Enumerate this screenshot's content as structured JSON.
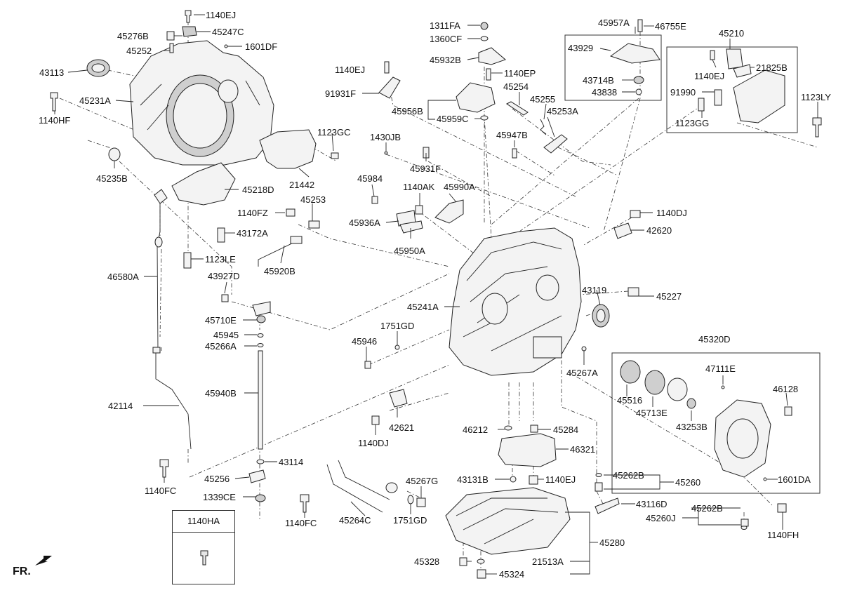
{
  "legend": {
    "code": "1140HA"
  },
  "orientation_label": "FR.",
  "labels": {
    "p1140EJ_a": "1140EJ",
    "p45276B": "45276B",
    "p45247C": "45247C",
    "p45252": "45252",
    "p1601DF": "1601DF",
    "p43113": "43113",
    "p45231A": "45231A",
    "p1140HF": "1140HF",
    "p45235B": "45235B",
    "p1123GC": "1123GC",
    "p21442": "21442",
    "p45218D": "45218D",
    "p1140FZ": "1140FZ",
    "p45253": "45253",
    "p43172A": "43172A",
    "p1123LE": "1123LE",
    "p46580A": "46580A",
    "p45920B": "45920B",
    "p43927D": "43927D",
    "p45710E": "45710E",
    "p45945": "45945",
    "p45266A": "45266A",
    "p45940B": "45940B",
    "p42114": "42114",
    "p1140FC_a": "1140FC",
    "p43114": "43114",
    "p45256": "45256",
    "p1339CE": "1339CE",
    "p1140FC_b": "1140FC",
    "p45264C": "45264C",
    "p1311FA": "1311FA",
    "p1360CF": "1360CF",
    "p45932B": "45932B",
    "p1140EJ_b": "1140EJ",
    "p1140EP": "1140EP",
    "p91931F": "91931F",
    "p45956B": "45956B",
    "p45959C": "45959C",
    "p45254": "45254",
    "p45255": "45255",
    "p45253A": "45253A",
    "p45947B": "45947B",
    "p1430JB": "1430JB",
    "p45931F": "45931F",
    "p45984": "45984",
    "p1140AK": "1140AK",
    "p45990A": "45990A",
    "p45936A": "45936A",
    "p45950A": "45950A",
    "p45957A": "45957A",
    "p46755E": "46755E",
    "p43929": "43929",
    "p43714B": "43714B",
    "p43838": "43838",
    "p45210": "45210",
    "p1140EJ_c": "1140EJ",
    "p21825B": "21825B",
    "p91990": "91990",
    "p1123GG": "1123GG",
    "p1123LY": "1123LY",
    "p1140DJ_a": "1140DJ",
    "p42620": "42620",
    "p43119": "43119",
    "p45227": "45227",
    "p45241A": "45241A",
    "p1751GD_a": "1751GD",
    "p45946": "45946",
    "p45267A": "45267A",
    "p42621": "42621",
    "p1140DJ_b": "1140DJ",
    "p46212": "46212",
    "p45284": "45284",
    "p46321": "46321",
    "p43131B": "43131B",
    "p1140EJ_d": "1140EJ",
    "p45267G": "45267G",
    "p1751GD_b": "1751GD",
    "p45320D": "45320D",
    "p47111E": "47111E",
    "p45516": "45516",
    "p45713E": "45713E",
    "p46128": "46128",
    "p43253B": "43253B",
    "p45262B_a": "45262B",
    "p45260": "45260",
    "p1601DA": "1601DA",
    "p43116D": "43116D",
    "p45262B_b": "45262B",
    "p45260J": "45260J",
    "p1140FH": "1140FH",
    "p45280": "45280",
    "p45328": "45328",
    "p21513A": "21513A",
    "p45324": "45324"
  }
}
